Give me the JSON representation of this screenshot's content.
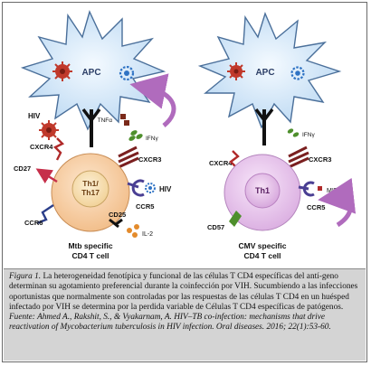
{
  "diagram": {
    "left_panel": {
      "apc_label": "APC",
      "tnfa_label": "TNFα",
      "ifng_label": "IFNγ",
      "hiv_label": "HIV",
      "cxcr4_label": "CXCR4",
      "cxcr3_label": "CXCR3",
      "cd27_label": "CD27",
      "cell_label_line1": "Th1/",
      "cell_label_line2": "Th17",
      "hiv_right_label": "HIV",
      "ccr5_label": "CCR5",
      "ccr6_label": "CCR6",
      "cd25_label": "CD25",
      "il2_label": "IL-2",
      "title_line1": "Mtb specific",
      "title_line2": "CD4 T cell"
    },
    "right_panel": {
      "apc_label": "APC",
      "ifng_label": "IFNγ",
      "cxcr4_label": "CXCR4",
      "cxcr3_label": "CXCR3",
      "cell_label": "Th1",
      "mip1b_label": "MIP1β",
      "ccr5_label": "CCR5",
      "cd57_label": "CD57",
      "title_line1": "CMV specific",
      "title_line2": "CD4 T cell"
    }
  },
  "caption": {
    "figure_label": "Figura 1.",
    "text_main": " La heterogeneidad fenotípica y funcional de las células T CD4 específicas del antí-geno determinan su agotamiento preferencial durante la coinfección por VIH. Sucumbiendo a las infecciones oportunistas que normalmente son controladas por las respuestas de las células T CD4 en un huésped infectado por VIH se determina por la perdida variable de Células T CD4 específicas de patógenos. ",
    "source_italic": "Fuente: Ahmed A., Rakshit, S., & Vyakarnam, A. HIV–TB co-infection: mechanisms that drive reactivation of Mycobacterium tuberculosis in HIV infection. Oral diseases. 2016; 22(1):53-60."
  },
  "colors": {
    "apc_fill": "#cfe4f7",
    "apc_stroke": "#4a6f9a",
    "left_cell": "#f7cda0",
    "right_cell": "#ebc7ef",
    "receptor_red": "#b02a2a",
    "hiv_red": "#c0392b",
    "ccr5_purple": "#4a3f93",
    "green": "#4e8f2c",
    "arrow_purple": "#b06bbd"
  }
}
